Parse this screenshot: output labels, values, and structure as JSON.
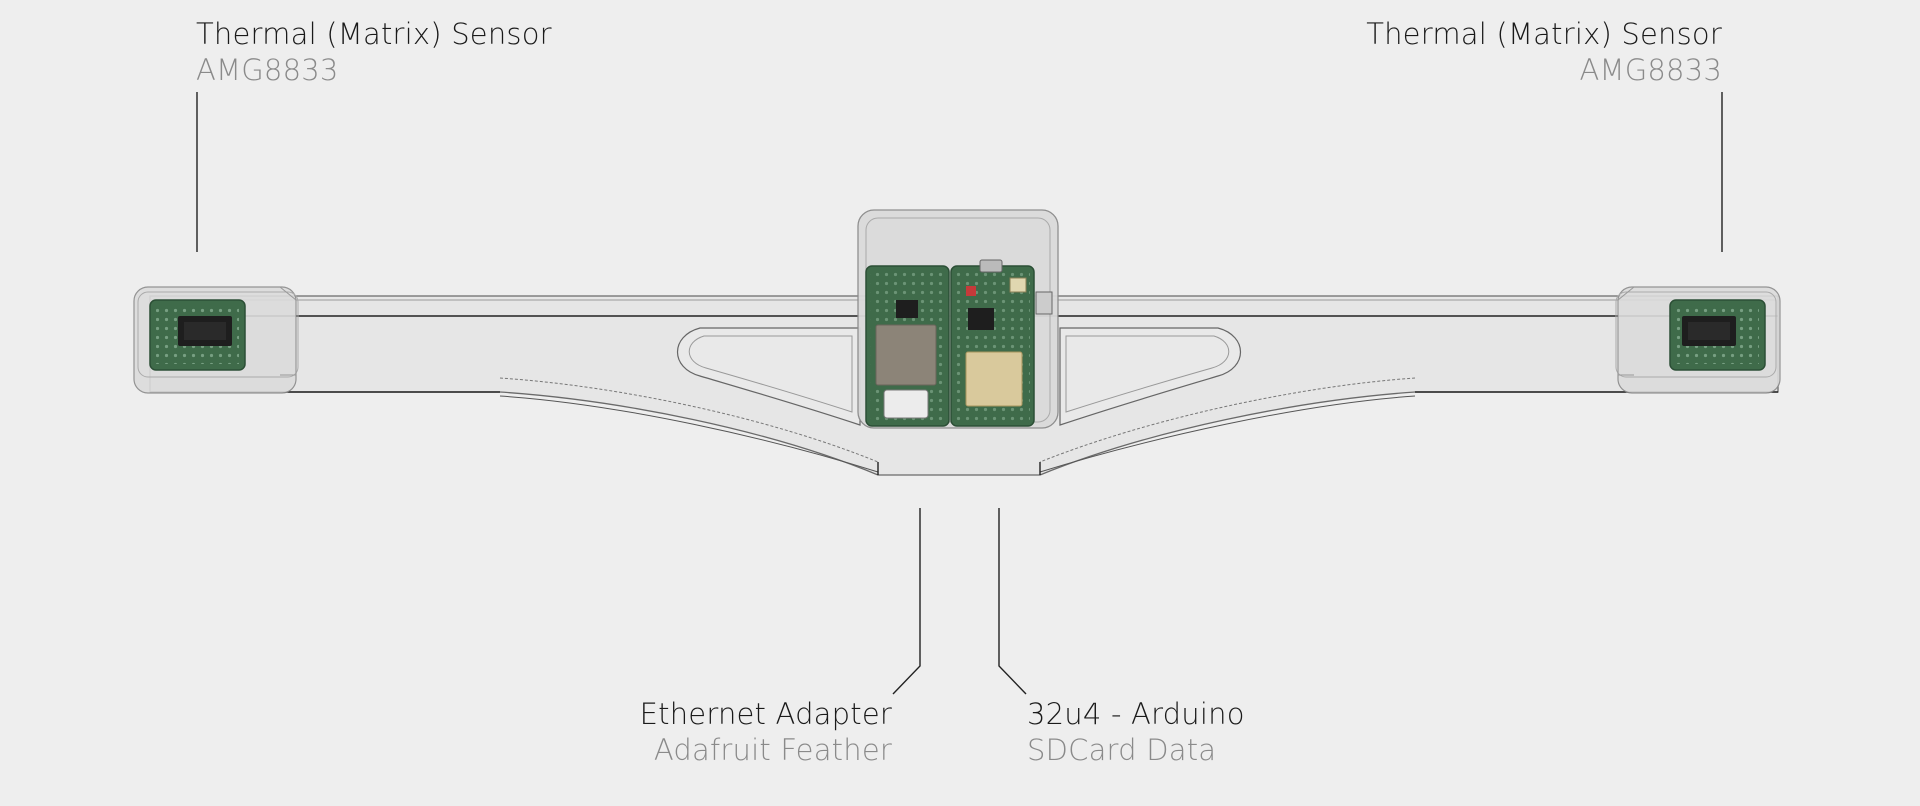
{
  "colors": {
    "background": "#eeeeee",
    "pcb": "#3f6b4a",
    "pcb_dark": "#2c4f36",
    "chip": "#1e1e1e",
    "enclosure_fill": "#e2e2e2",
    "outline": "#555555",
    "leader": "#222222",
    "title_text": "#1a1a1a",
    "subtitle_text": "#8a8a8a"
  },
  "labels": {
    "top_left": {
      "title": "Thermal (Matrix) Sensor",
      "subtitle": "AMG8833"
    },
    "top_right": {
      "title": "Thermal (Matrix) Sensor",
      "subtitle": "AMG8833"
    },
    "bottom_left": {
      "title": "Ethernet Adapter",
      "subtitle": "Adafruit Feather"
    },
    "bottom_right": {
      "title": "32u4 - Arduino",
      "subtitle": "SDCard Data"
    }
  }
}
